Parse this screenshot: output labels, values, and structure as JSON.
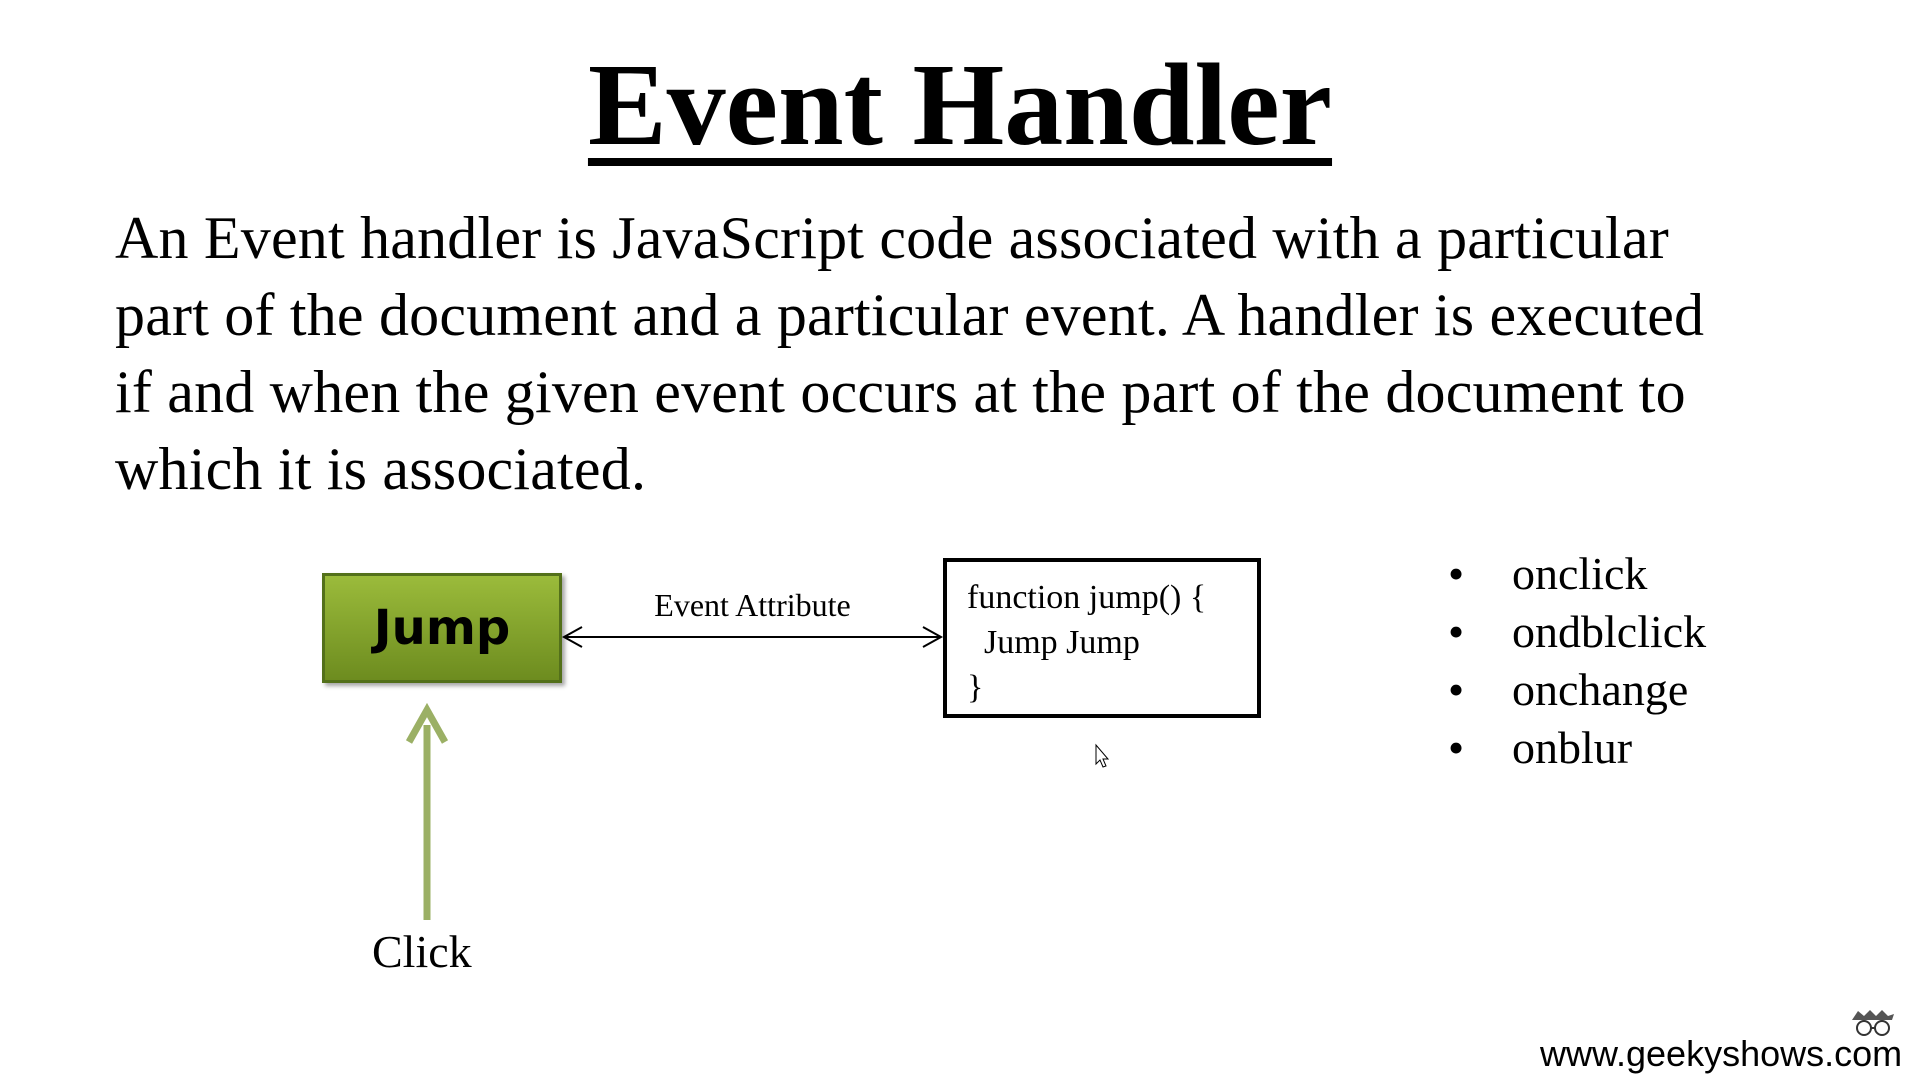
{
  "slide": {
    "title": "Event Handler",
    "paragraph_lines": [
      "An Event handler is JavaScript code associated with a particular",
      "part of the document and a particular event. A handler is executed",
      "if and when the given event occurs at the part of the document to",
      "which it is associated."
    ]
  },
  "diagram": {
    "button_label": "Jump",
    "arrow_label": "Event Attribute",
    "code_lines": [
      "function jump() {",
      "  Jump Jump",
      "}"
    ],
    "click_label": "Click",
    "colors": {
      "button_top": "#9bbb3b",
      "button_bottom": "#6d8c1f",
      "click_arrow": "#9bb065"
    }
  },
  "events": [
    "onclick",
    "ondblclick",
    "onchange",
    "onblur"
  ],
  "footer": {
    "website": "www.geekyshows.com",
    "logo_icon": "geek-glasses-icon"
  }
}
